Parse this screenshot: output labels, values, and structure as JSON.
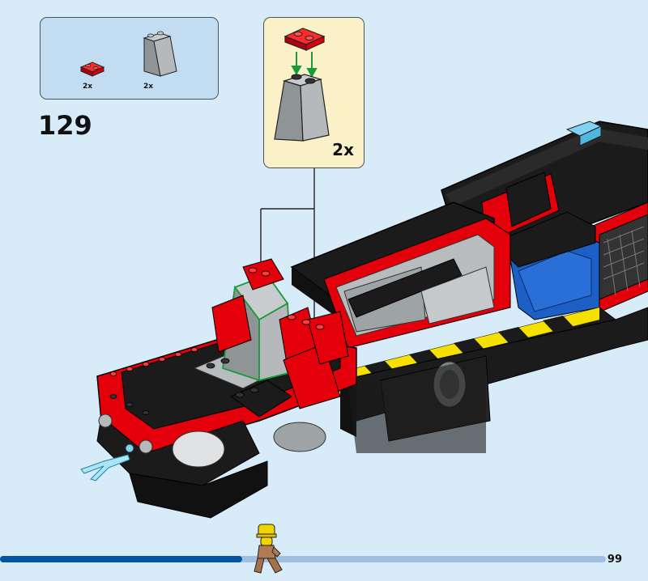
{
  "parts_list": {
    "items": [
      {
        "icon": "red-plate-1x2-icon",
        "quantity": "2x",
        "color": "#e3000b"
      },
      {
        "icon": "gray-slope-brick-icon",
        "quantity": "2x",
        "color": "#a0a5a9"
      }
    ]
  },
  "step": {
    "number": "129"
  },
  "callout": {
    "quantity": "2x"
  },
  "progress": {
    "fraction": 0.4,
    "color_done": "#0055a5",
    "color_remaining": "#9fbfe3"
  },
  "page": {
    "number": "99"
  },
  "colors": {
    "background": "#d8ebf8",
    "brick_red": "#e3000b",
    "brick_black": "#1b1b1b",
    "brick_gray": "#a0a5a9",
    "hazard_yellow": "#f5e000",
    "trans_blue": "#7fd3f0",
    "blue_part": "#1d5fc4"
  }
}
